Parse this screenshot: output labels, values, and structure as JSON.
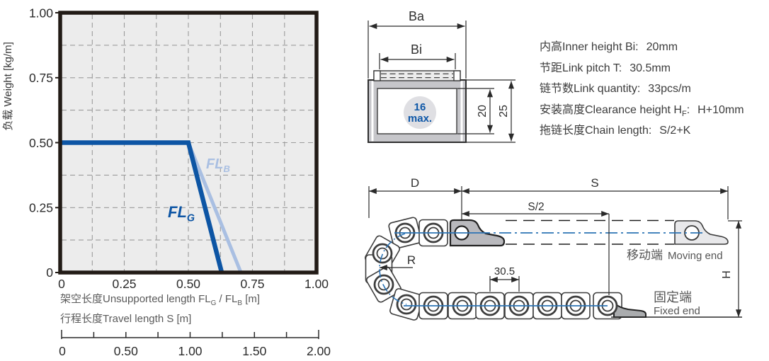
{
  "chart_data": {
    "type": "line",
    "title": "",
    "ylabel": "负载 Weight  [kg/m]",
    "xlabel1_parts": {
      "p1": "架空长度Unsupported length FL",
      "s1": "G",
      "p2": " / FL",
      "s2": "B",
      "p3": " [m]"
    },
    "xlabel_line2": "行程长度Travel length S [m]",
    "xlim": [
      0,
      1
    ],
    "ylim": [
      0,
      1
    ],
    "grid": "dashed, step 0.125, on",
    "legend_position": "inline-on-lines",
    "x_tick_labels": [
      "0",
      "0.25",
      "0.50",
      "0.75",
      "1.00"
    ],
    "y_tick_labels": [
      "1.00",
      "0.75",
      "0.50",
      "0.25",
      "0"
    ],
    "series": [
      {
        "name": "FLB",
        "label": {
          "main": "FL",
          "sub": "B"
        },
        "color": "#a9bfe2",
        "points": [
          [
            0.5,
            0.5
          ],
          [
            0.705,
            0
          ]
        ]
      },
      {
        "name": "FLG",
        "label": {
          "main": "FL",
          "sub": "G"
        },
        "color": "#0d55a4",
        "points": [
          [
            0,
            0.5
          ],
          [
            0.5,
            0.5
          ],
          [
            0.63,
            0
          ]
        ]
      }
    ],
    "secondary_x_axis": {
      "range": [
        0,
        2
      ],
      "tick_labels": [
        "0",
        "0.50",
        "1.00",
        "1.50",
        "2.00"
      ]
    }
  },
  "cross_section": {
    "dim_outer_width": "Ba",
    "dim_inner_width": "Bi",
    "cable_circle_line1": "16",
    "cable_circle_line2": "max.",
    "dim_inner_height": "20",
    "dim_outer_height": "25",
    "accent_color": "#0e57a7"
  },
  "specs": {
    "rows": [
      {
        "pre": "内高Inner height Bi:",
        "sub": "",
        "post": "",
        "value": "20mm"
      },
      {
        "pre": "节距Link pitch T:",
        "sub": "",
        "post": "",
        "value": "30.5mm"
      },
      {
        "pre": "链节数Link quantity:",
        "sub": "",
        "post": "",
        "value": "33pcs/m"
      },
      {
        "pre": "安装高度Clearance height H",
        "sub": "F",
        "post": ":",
        "value": "H+10mm"
      },
      {
        "pre": "拖链长度Chain length:",
        "sub": "",
        "post": "",
        "value": "S/2+K"
      }
    ]
  },
  "side_view": {
    "dim_d": "D",
    "dim_s": "S",
    "dim_s_half": "S/2",
    "dim_bend_radius": "R",
    "dim_pitch": "30.5",
    "dim_height": "H",
    "moving_end_zh": "移动端",
    "moving_end_en": "Moving end",
    "fixed_end_zh": "固定端",
    "fixed_end_en": "Fixed end",
    "centerline_color": "#2d74b5"
  }
}
